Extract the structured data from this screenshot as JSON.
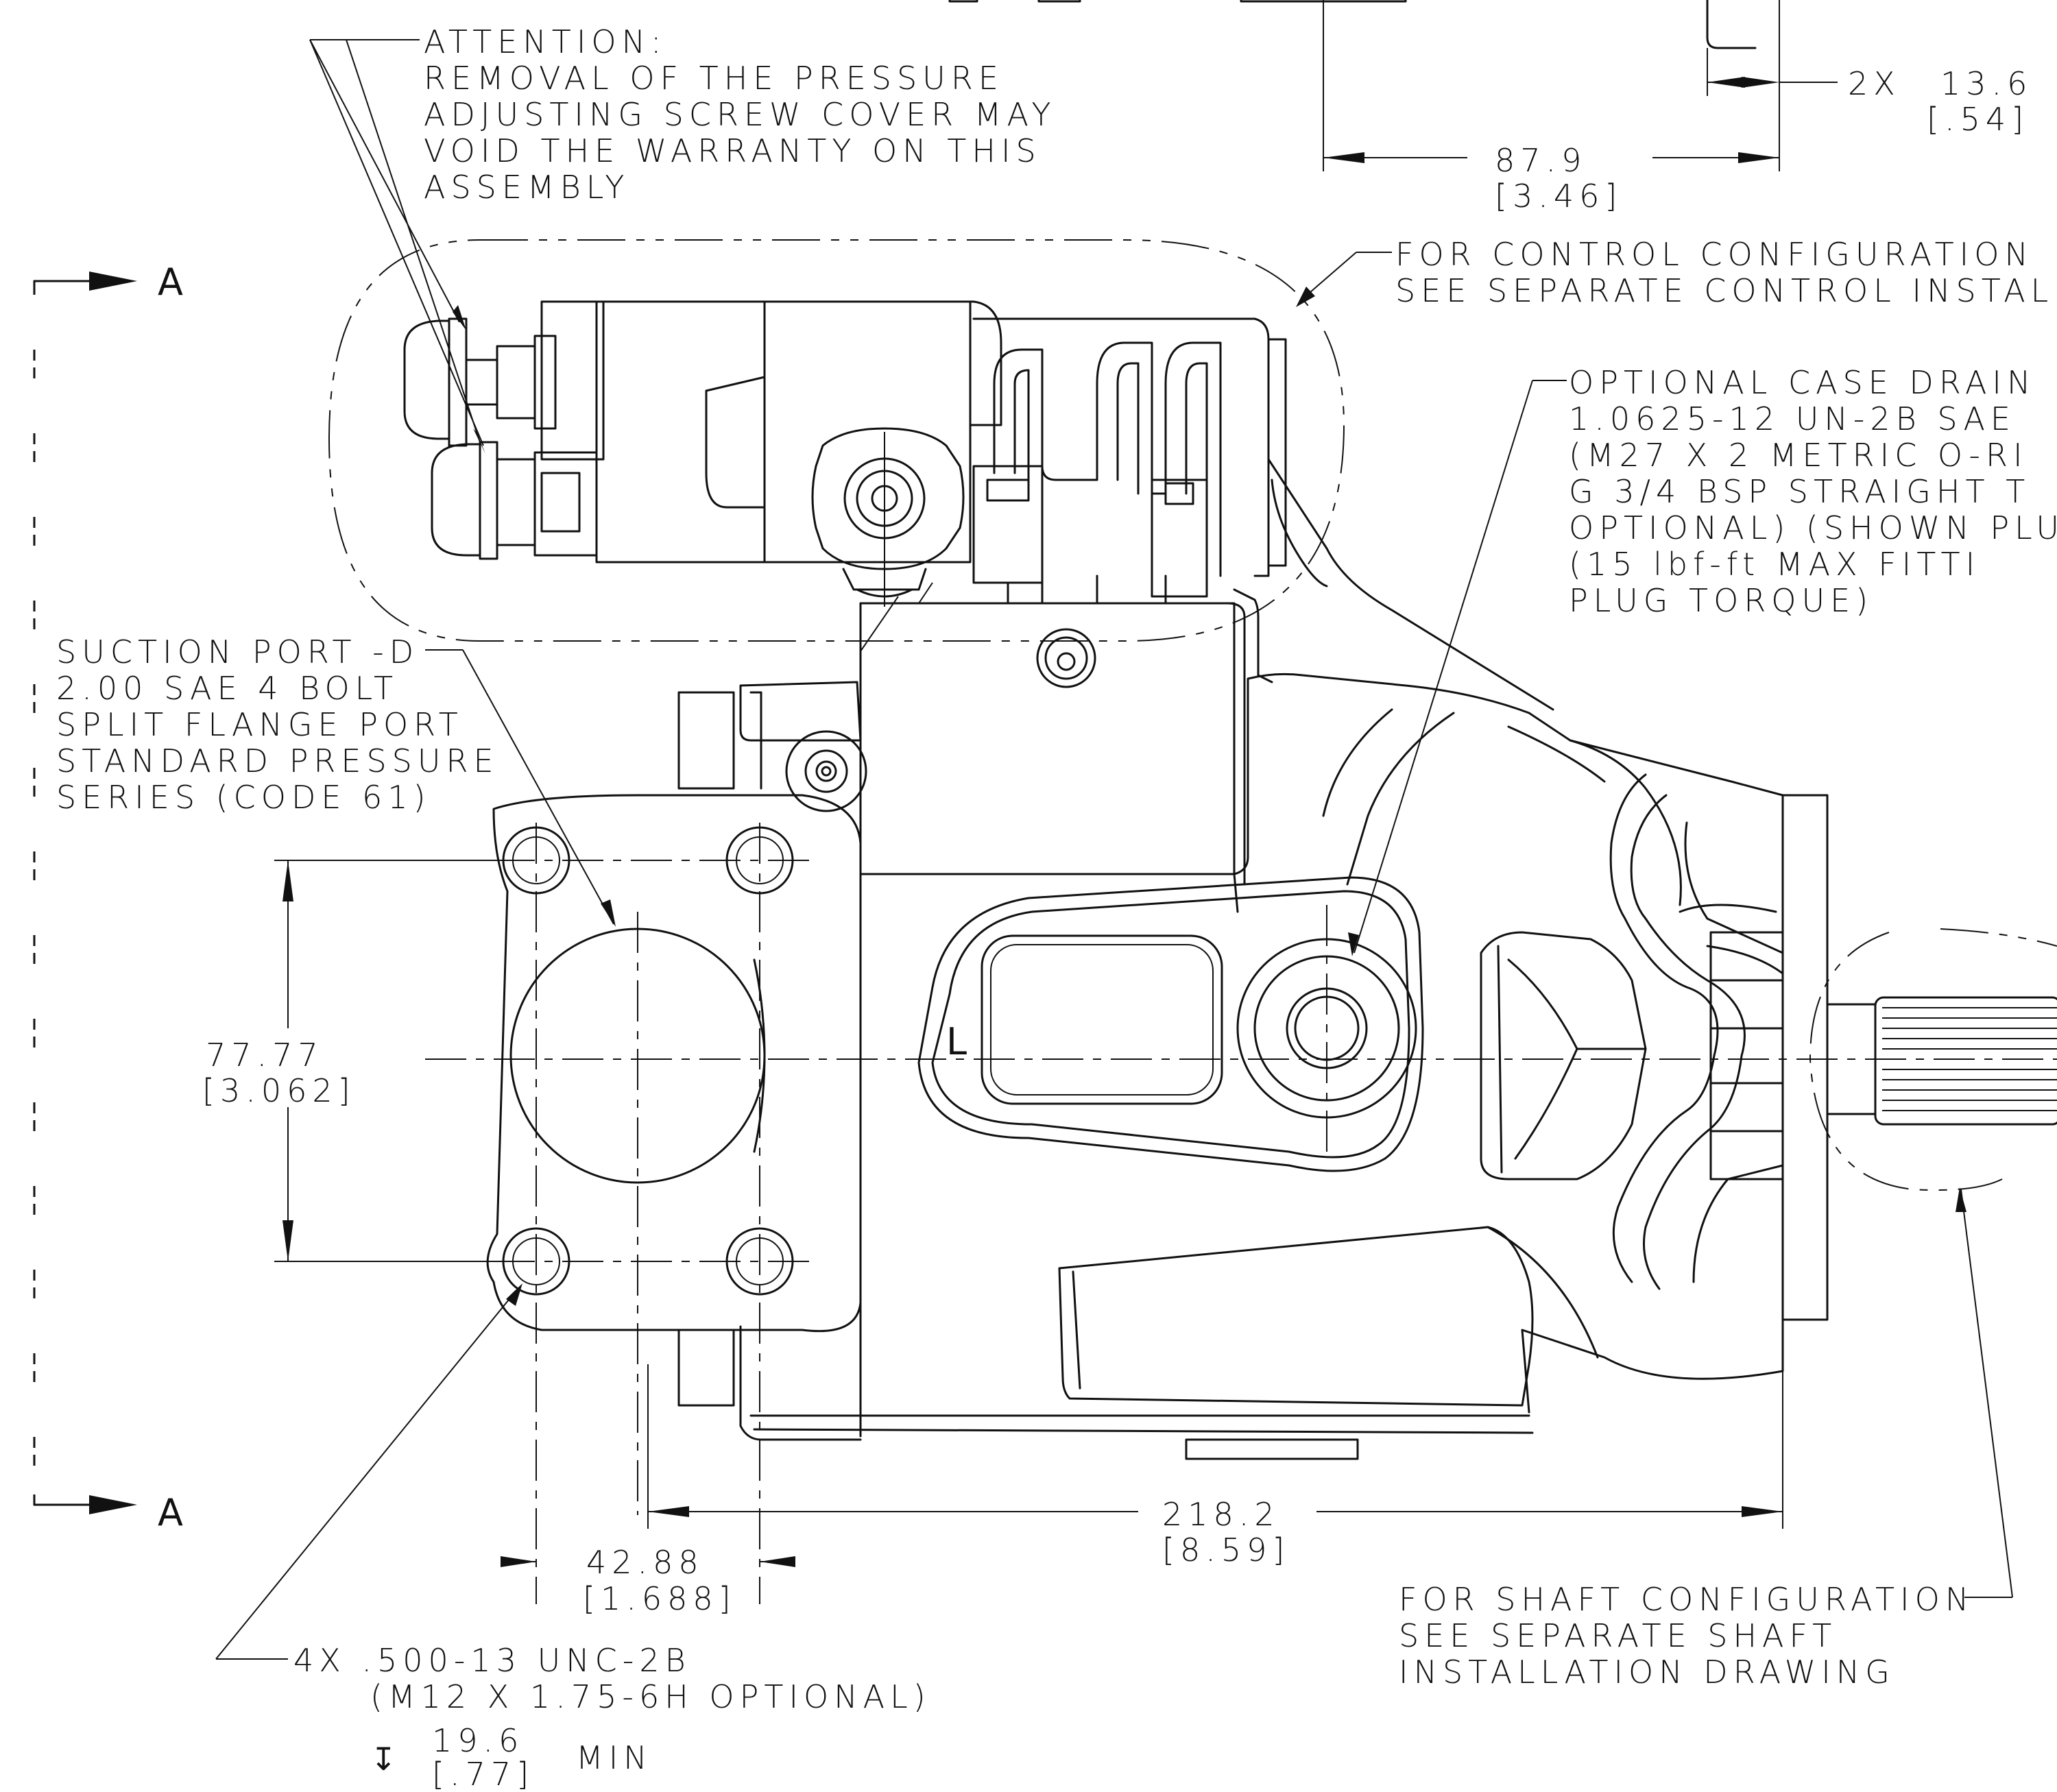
{
  "section_label": "A",
  "notes": {
    "attention": [
      "ATTENTION:",
      "REMOVAL OF THE PRESSURE",
      "ADJUSTING SCREW COVER MAY",
      "VOID THE WARRANTY ON THIS",
      "ASSEMBLY"
    ],
    "control": [
      "FOR CONTROL CONFIGURATION",
      "SEE SEPARATE CONTROL INSTAL"
    ],
    "case_drain": [
      "OPTIONAL CASE DRAIN",
      "1.0625-12 UN-2B SAE",
      "(M27 X 2 METRIC O-RI",
      "G 3/4 BSP STRAIGHT T",
      "OPTIONAL) (SHOWN PLU",
      "(15 lbf-ft MAX FITTI",
      "PLUG TORQUE)"
    ],
    "suction": [
      "SUCTION PORT -D",
      "2.00 SAE 4 BOLT",
      "SPLIT FLANGE PORT",
      "STANDARD PRESSURE",
      "SERIES (CODE 61)"
    ],
    "shaft": [
      "FOR SHAFT CONFIGURATION",
      "SEE SEPARATE SHAFT",
      "INSTALLATION DRAWING"
    ],
    "thread": [
      "4X .500-13 UNC-2B",
      "(M12 X 1.75-6H OPTIONAL)"
    ],
    "depth": {
      "symbol": "↧",
      "value": "19.6",
      "inch": "[.77]",
      "suffix": "MIN"
    }
  },
  "dimensions": {
    "d_2x": {
      "prefix": "2X",
      "mm": "13.6",
      "inch": "[.54]"
    },
    "d_879": {
      "mm": "87.9",
      "inch": "[3.46]"
    },
    "d_7777": {
      "mm": "77.77",
      "inch": "[3.062]"
    },
    "d_4288": {
      "mm": "42.88",
      "inch": "[1.688]"
    },
    "d_2182": {
      "mm": "218.2",
      "inch": "[8.59]"
    }
  },
  "part_marking": "L"
}
